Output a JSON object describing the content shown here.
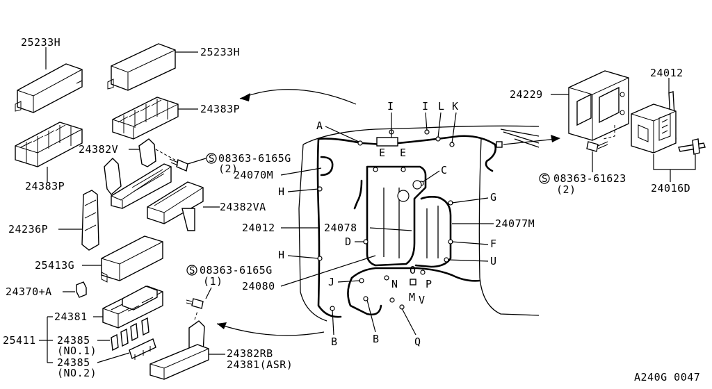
{
  "labels": {
    "p25233h_a": "25233H",
    "p25233h_b": "25233H",
    "p24383p_a": "24383P",
    "p24383p_b": "24383P",
    "p24382v": "24382V",
    "p24382va": "24382VA",
    "p24236p": "24236P",
    "p25413g": "25413G",
    "p24370a": "24370+A",
    "p24381": "24381",
    "p25411": "25411",
    "p24385_1": "24385",
    "p24385_1_note": "(NO.1)",
    "p24385_2": "24385",
    "p24385_2_note": "(NO.2)",
    "p24382rb": "24382RB",
    "p24381asr": "24381(ASR)",
    "p24070m": "24070M",
    "p24012_main": "24012",
    "p24078": "24078",
    "p24077m": "24077M",
    "p24080": "24080",
    "p24229": "24229",
    "p24012_right": "24012",
    "p24016d": "24016D",
    "screw_top": "08363-6165G",
    "screw_top_qty": "(2)",
    "screw_mid": "08363-6165G",
    "screw_mid_qty": "(1)",
    "screw_right": "08363-61623",
    "screw_right_qty": "(2)",
    "screw_symbol": "S",
    "footer_code": "A240G 0047"
  },
  "connector_letters": {
    "A": "A",
    "B": "B",
    "B2": "B",
    "C": "C",
    "D": "D",
    "E1": "E",
    "E2": "E",
    "F": "F",
    "G": "G",
    "H1": "H",
    "H2": "H",
    "I1": "I",
    "I2": "I",
    "J": "J",
    "K": "K",
    "L": "L",
    "M": "M",
    "N": "N",
    "O": "O",
    "P": "P",
    "Q": "Q",
    "U": "U",
    "V": "V"
  }
}
